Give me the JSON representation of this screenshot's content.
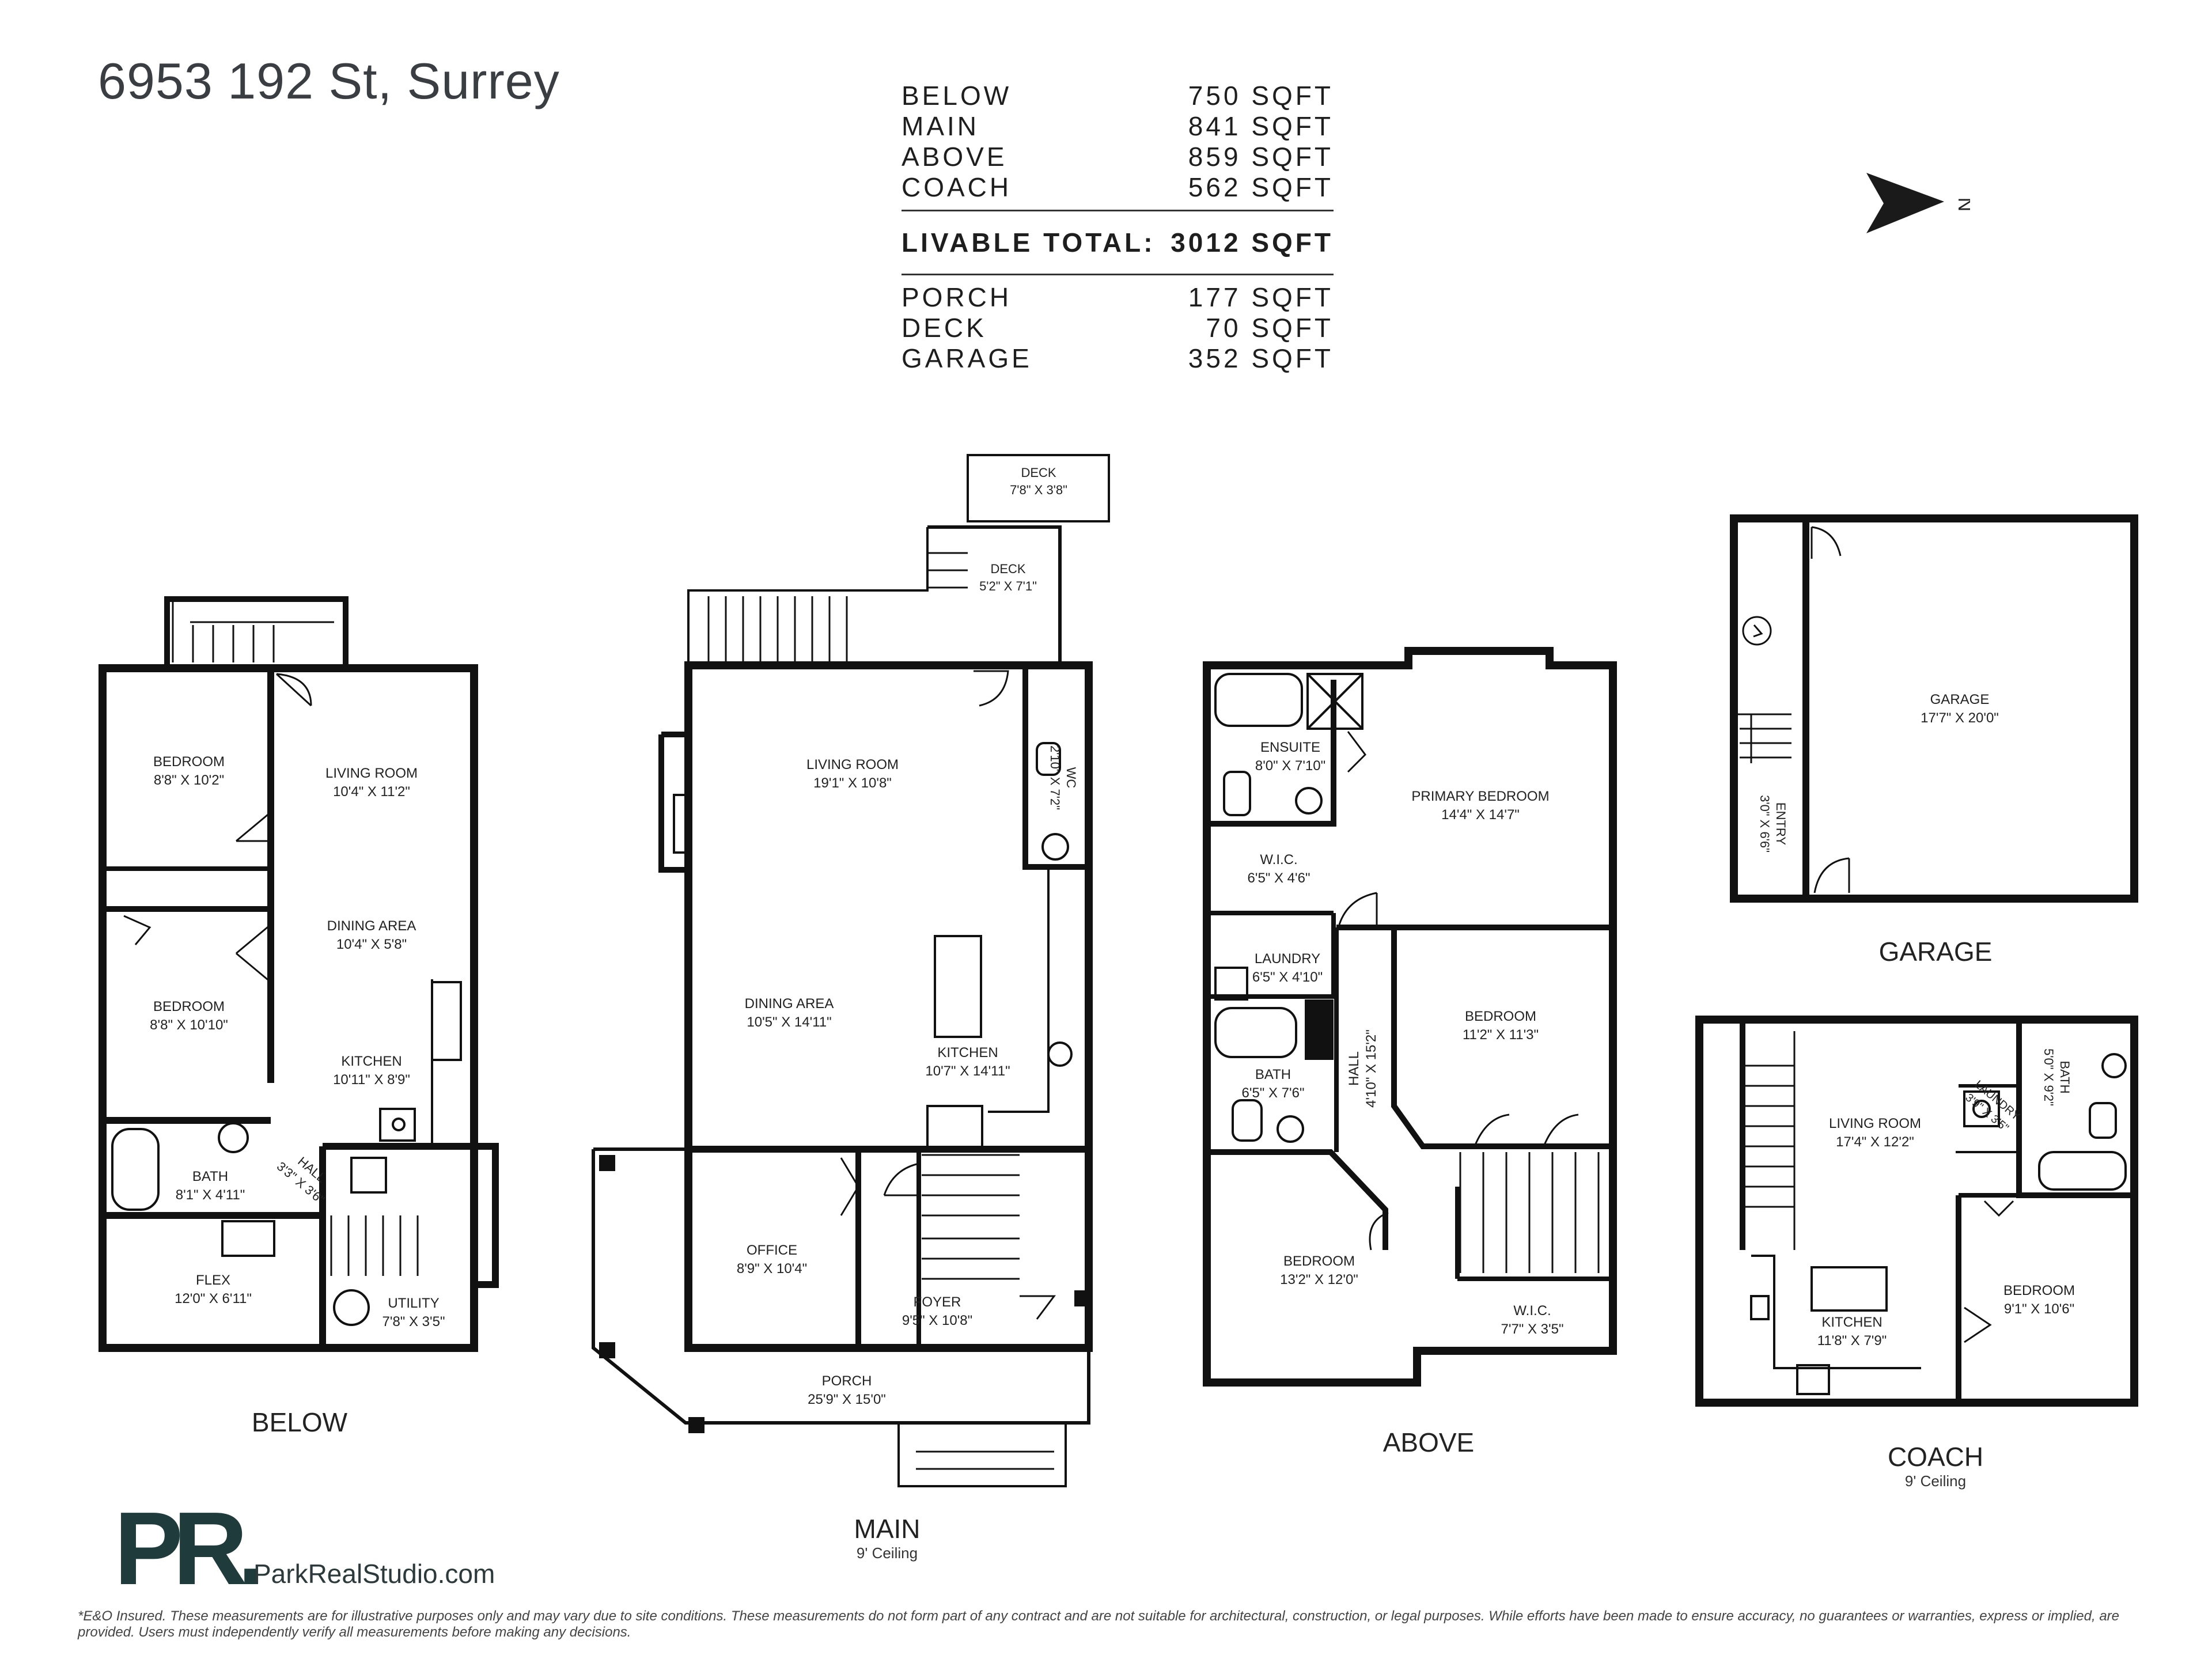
{
  "header": {
    "address": "6953 192 St, Surrey"
  },
  "areas": {
    "rows": [
      {
        "label": "BELOW",
        "value": "750 SQFT"
      },
      {
        "label": "MAIN",
        "value": "841 SQFT"
      },
      {
        "label": "ABOVE",
        "value": "859 SQFT"
      },
      {
        "label": "COACH",
        "value": "562 SQFT"
      }
    ],
    "total": {
      "label": "LIVABLE TOTAL:",
      "value": "3012 SQFT"
    },
    "extra": [
      {
        "label": "PORCH",
        "value": "177 SQFT"
      },
      {
        "label": "DECK",
        "value": "70 SQFT"
      },
      {
        "label": "GARAGE",
        "value": "352 SQFT"
      }
    ]
  },
  "north_label": "N",
  "floors": {
    "below": {
      "name": "BELOW",
      "rooms": [
        {
          "name": "BEDROOM",
          "dim": "8'8\" X 10'2\""
        },
        {
          "name": "LIVING ROOM",
          "dim": "10'4\" X 11'2\""
        },
        {
          "name": "DINING AREA",
          "dim": "10'4\" X 5'8\""
        },
        {
          "name": "BEDROOM",
          "dim": "8'8\" X 10'10\""
        },
        {
          "name": "KITCHEN",
          "dim": "10'11\" X 8'9\""
        },
        {
          "name": "BATH",
          "dim": "8'1\" X 4'11\""
        },
        {
          "name": "HALL",
          "dim": "3'3\" X 3'6\""
        },
        {
          "name": "FLEX",
          "dim": "12'0\" X 6'11\""
        },
        {
          "name": "UTILITY",
          "dim": "7'8\" X 3'5\""
        }
      ]
    },
    "main": {
      "name": "MAIN",
      "ceiling": "9' Ceiling",
      "rooms": [
        {
          "name": "DECK",
          "dim": "7'8\" X 3'8\""
        },
        {
          "name": "DECK",
          "dim": "5'2\" X 7'1\""
        },
        {
          "name": "LIVING ROOM",
          "dim": "19'1\" X 10'8\""
        },
        {
          "name": "WC",
          "dim": "2'10\" X 7'2\""
        },
        {
          "name": "DINING AREA",
          "dim": "10'5\" X 14'11\""
        },
        {
          "name": "KITCHEN",
          "dim": "10'7\" X 14'11\""
        },
        {
          "name": "OFFICE",
          "dim": "8'9\" X 10'4\""
        },
        {
          "name": "FOYER",
          "dim": "9'5\" X 10'8\""
        },
        {
          "name": "PORCH",
          "dim": "25'9\" X 15'0\""
        }
      ]
    },
    "above": {
      "name": "ABOVE",
      "rooms": [
        {
          "name": "ENSUITE",
          "dim": "8'0\" X 7'10\""
        },
        {
          "name": "PRIMARY BEDROOM",
          "dim": "14'4\" X 14'7\""
        },
        {
          "name": "W.I.C.",
          "dim": "6'5\" X 4'6\""
        },
        {
          "name": "LAUNDRY",
          "dim": "6'5\" X 4'10\""
        },
        {
          "name": "BEDROOM",
          "dim": "11'2\" X 11'3\""
        },
        {
          "name": "BATH",
          "dim": "6'5\" X 7'6\""
        },
        {
          "name": "HALL",
          "dim": "4'10\" X 15'2\""
        },
        {
          "name": "BEDROOM",
          "dim": "13'2\" X 12'0\""
        },
        {
          "name": "W.I.C.",
          "dim": "7'7\" X 3'5\""
        }
      ]
    },
    "garage": {
      "name": "GARAGE",
      "rooms": [
        {
          "name": "GARAGE",
          "dim": "17'7\" X 20'0\""
        },
        {
          "name": "ENTRY",
          "dim": "3'0\" X 6'6\""
        }
      ]
    },
    "coach": {
      "name": "COACH",
      "ceiling": "9' Ceiling",
      "rooms": [
        {
          "name": "LIVING ROOM",
          "dim": "17'4\" X 12'2\""
        },
        {
          "name": "BATH",
          "dim": "5'0\" X 9'2\""
        },
        {
          "name": "LAUNDRY",
          "dim": "3'9\" X 3'5\""
        },
        {
          "name": "KITCHEN",
          "dim": "11'8\" X 7'9\""
        },
        {
          "name": "BEDROOM",
          "dim": "9'1\" X 10'6\""
        }
      ]
    }
  },
  "branding": {
    "logo_text": "PR.",
    "url": "ParkRealStudio.com",
    "brand_color": "#1f3b3b"
  },
  "disclaimer": "*E&O Insured. These measurements are for illustrative purposes only and may vary due to site conditions. These measurements do not form part of any contract and are not suitable for architectural, construction, or legal purposes. While efforts have been made to ensure accuracy, no guarantees or warranties, express or implied, are provided. Users must independently verify all measurements before making any decisions."
}
